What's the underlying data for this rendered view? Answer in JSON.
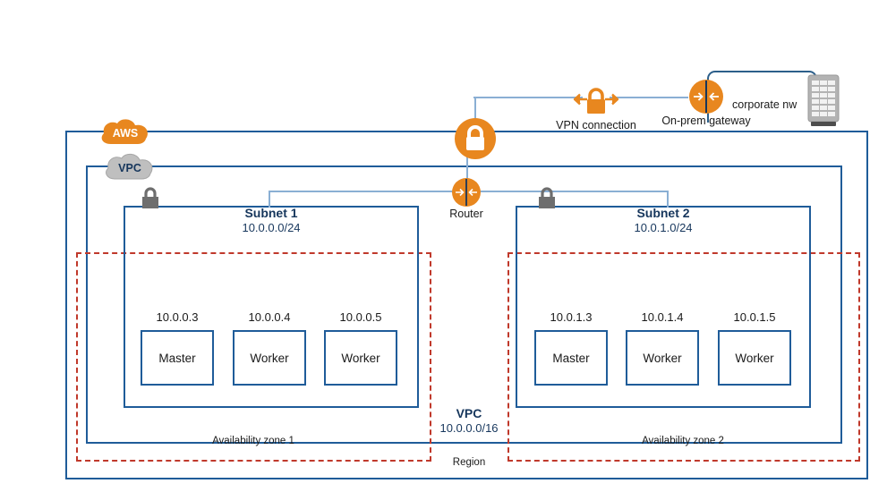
{
  "diagram": {
    "title": "AWS VPC multi-AZ cluster with VPN to corporate network",
    "colors": {
      "aws_orange": "#E8871F",
      "border_blue": "#1F5C99",
      "az_red": "#C0392B",
      "link_blue": "#8AAFD4",
      "corp_line": "#2C5F8A",
      "gray_icon": "#6E6E6E",
      "text_blue": "#16365C"
    }
  },
  "cloud_labels": {
    "aws": "AWS",
    "vpc": "VPC"
  },
  "region": {
    "label": "Region"
  },
  "vpc": {
    "label": "VPC",
    "cidr": "10.0.0.0/16"
  },
  "availability_zones": [
    {
      "label": "Availability zone 1"
    },
    {
      "label": "Availability zone 2"
    }
  ],
  "subnets": [
    {
      "title": "Subnet 1",
      "cidr": "10.0.0.0/24",
      "instances": [
        {
          "ip": "10.0.0.3",
          "role": "Master"
        },
        {
          "ip": "10.0.0.4",
          "role": "Worker"
        },
        {
          "ip": "10.0.0.5",
          "role": "Worker"
        }
      ]
    },
    {
      "title": "Subnet 2",
      "cidr": "10.0.1.0/24",
      "instances": [
        {
          "ip": "10.0.1.3",
          "role": "Master"
        },
        {
          "ip": "10.0.1.4",
          "role": "Worker"
        },
        {
          "ip": "10.0.1.5",
          "role": "Worker"
        }
      ]
    }
  ],
  "network_nodes": {
    "router": {
      "label": "Router",
      "icon": "router-icon"
    },
    "vpn_gateway": {
      "label": "",
      "icon": "vpn-gateway-lock-icon"
    },
    "vpn_connection": {
      "label": "VPN connection",
      "icon": "vpn-connection-lock-arrows-icon"
    },
    "on_prem_gateway": {
      "label": "On-prem gateway",
      "icon": "router-icon"
    },
    "corporate_network": {
      "label": "corporate nw",
      "icon": "server-rack-icon"
    }
  },
  "icons": {
    "subnet_lock": "padlock-icon",
    "aws_cloud": "cloud-icon",
    "vpc_cloud": "cloud-icon"
  }
}
